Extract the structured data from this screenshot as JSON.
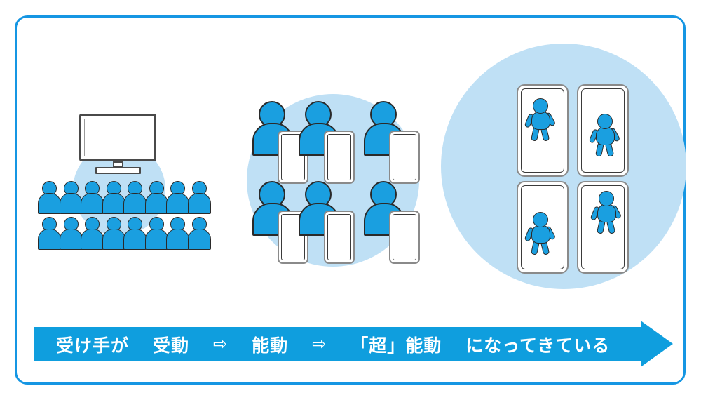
{
  "slide": {
    "frame_color": "#1596E3",
    "background": "#ffffff"
  },
  "colors": {
    "figure_blue": "#1A9FE0",
    "halo_blue": "#BFE0F5",
    "banner_blue": "#0F9EDE",
    "outline": "#2a2a2a",
    "device_gray": "#8a8a8a"
  },
  "groups": [
    {
      "id": "broadcast",
      "icon_name": "television-icon",
      "audience_rows": 2,
      "audience_per_row": 8,
      "audience_total": 16
    },
    {
      "id": "smartphone-users",
      "rows": 2,
      "per_row": 3,
      "people_total": 6,
      "device": "smartphone"
    },
    {
      "id": "super-active-creators",
      "rows": 2,
      "per_row": 2,
      "devices_total": 4,
      "device": "smartphone",
      "content": "walking-person-figure"
    }
  ],
  "banner": {
    "segments": [
      {
        "type": "text",
        "value": "受け手が"
      },
      {
        "type": "text",
        "value": "受動"
      },
      {
        "type": "arrow",
        "value": "⇨"
      },
      {
        "type": "text",
        "value": "能動"
      },
      {
        "type": "arrow",
        "value": "⇨"
      },
      {
        "type": "text",
        "value": "「超」能動"
      },
      {
        "type": "text",
        "value": "になってきている"
      }
    ],
    "full_text": "受け手が 受動 ⇨ 能動 ⇨ 「超」能動 になってきている"
  }
}
